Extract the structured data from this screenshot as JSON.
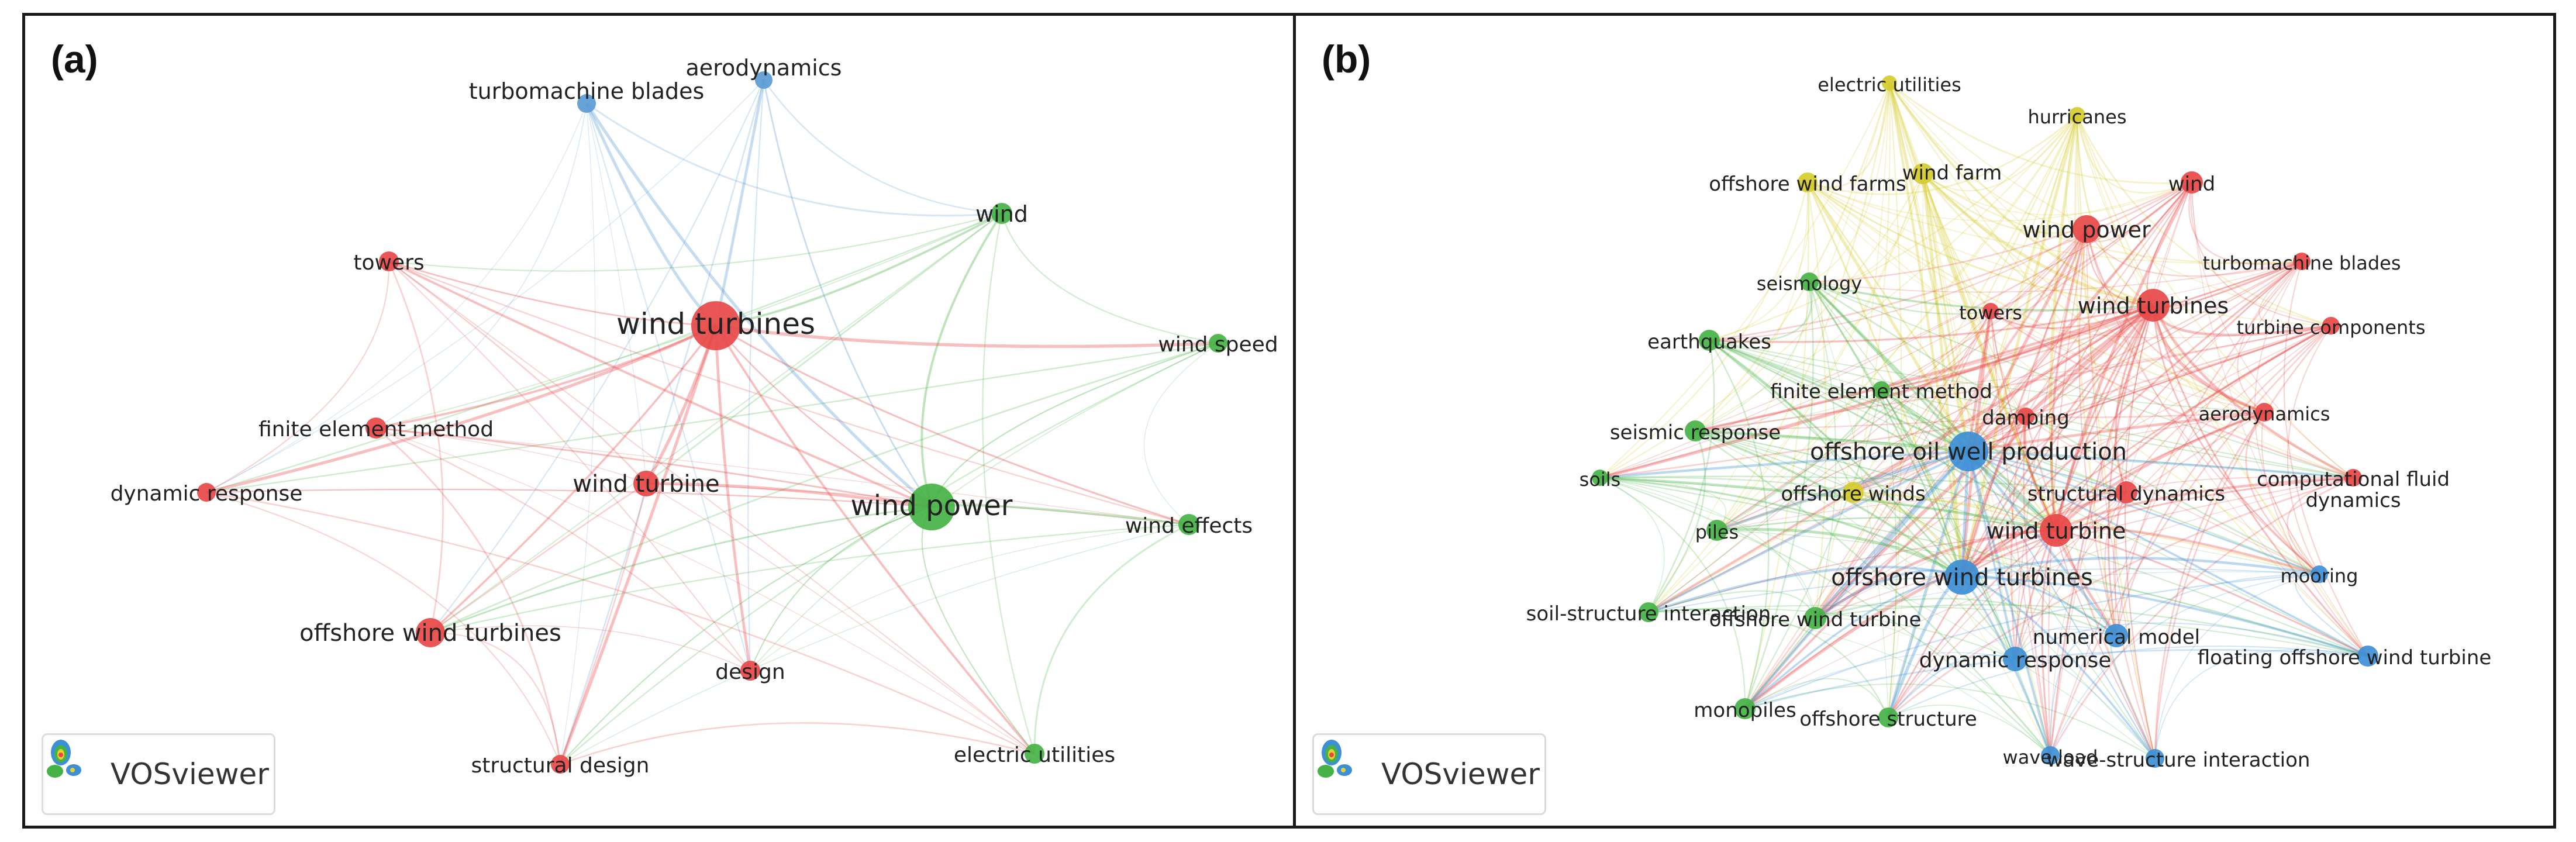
{
  "panels": [
    {
      "id": "a",
      "letter": "(a)",
      "badge_text": "VOSviewer",
      "nodes": [
        {
          "label": "turbomachine blades",
          "color": "#5b9bd5"
        },
        {
          "label": "aerodynamics",
          "color": "#5b9bd5"
        },
        {
          "label": "wind",
          "color": "#45b245"
        },
        {
          "label": "towers",
          "color": "#e84848"
        },
        {
          "label": "wind turbines",
          "color": "#e84848"
        },
        {
          "label": "wind speed",
          "color": "#45b245"
        },
        {
          "label": "finite element method",
          "color": "#e84848"
        },
        {
          "label": "dynamic response",
          "color": "#e84848"
        },
        {
          "label": "wind turbine",
          "color": "#e84848"
        },
        {
          "label": "wind power",
          "color": "#45b245"
        },
        {
          "label": "wind effects",
          "color": "#45b245"
        },
        {
          "label": "offshore wind turbines",
          "color": "#e84848"
        },
        {
          "label": "design",
          "color": "#e84848"
        },
        {
          "label": "structural design",
          "color": "#e84848"
        },
        {
          "label": "electric utilities",
          "color": "#45b245"
        }
      ]
    },
    {
      "id": "b",
      "letter": "(b)",
      "badge_text": "VOSviewer",
      "nodes": [
        {
          "label": "electric utilities",
          "color": "#d6cc2e"
        },
        {
          "label": "hurricanes",
          "color": "#d6cc2e"
        },
        {
          "label": "offshore wind farms",
          "color": "#d6cc2e"
        },
        {
          "label": "wind farm",
          "color": "#d6cc2e"
        },
        {
          "label": "wind",
          "color": "#e84848"
        },
        {
          "label": "wind power",
          "color": "#e84848"
        },
        {
          "label": "turbomachine blades",
          "color": "#e84848"
        },
        {
          "label": "seismology",
          "color": "#45b245"
        },
        {
          "label": "towers",
          "color": "#e84848"
        },
        {
          "label": "wind turbines",
          "color": "#e84848"
        },
        {
          "label": "earthquakes",
          "color": "#45b245"
        },
        {
          "label": "turbine components",
          "color": "#e84848"
        },
        {
          "label": "finite element method",
          "color": "#45b245"
        },
        {
          "label": "damping",
          "color": "#e84848"
        },
        {
          "label": "aerodynamics",
          "color": "#e84848"
        },
        {
          "label": "seismic response",
          "color": "#45b245"
        },
        {
          "label": "offshore oil well production",
          "color": "#3d8fd6"
        },
        {
          "label": "soils",
          "color": "#45b245"
        },
        {
          "label": "computational fluid dynamics",
          "color": "#e84848"
        },
        {
          "label": "offshore winds",
          "color": "#d6cc2e"
        },
        {
          "label": "structural dynamics",
          "color": "#e84848"
        },
        {
          "label": "piles",
          "color": "#45b245"
        },
        {
          "label": "wind turbine",
          "color": "#e84848"
        },
        {
          "label": "offshore wind turbines",
          "color": "#3d8fd6"
        },
        {
          "label": "mooring",
          "color": "#3d8fd6"
        },
        {
          "label": "soil-structure interaction",
          "color": "#45b245"
        },
        {
          "label": "offshore wind turbine",
          "color": "#45b245"
        },
        {
          "label": "numerical model",
          "color": "#3d8fd6"
        },
        {
          "label": "floating offshore wind turbine",
          "color": "#3d8fd6"
        },
        {
          "label": "dynamic response",
          "color": "#3d8fd6"
        },
        {
          "label": "monopiles",
          "color": "#45b245"
        },
        {
          "label": "offshore structure",
          "color": "#45b245"
        },
        {
          "label": "wave load",
          "color": "#3d8fd6"
        },
        {
          "label": "wave-structure interaction",
          "color": "#3d8fd6"
        }
      ]
    }
  ]
}
